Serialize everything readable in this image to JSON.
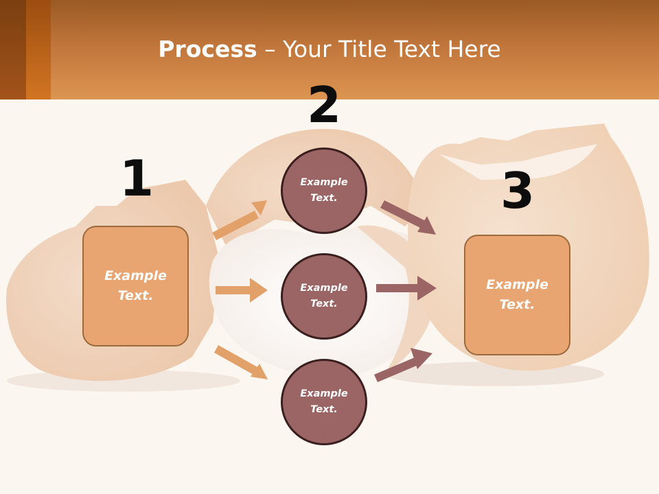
{
  "header": {
    "title_bold": "Process",
    "title_rest": " – Your Title Text Here"
  },
  "steps": [
    {
      "number": "1",
      "text": "Example\nText."
    },
    {
      "number": "2",
      "text": "Example\nText."
    },
    {
      "number": "3",
      "text": "Example\nText."
    }
  ],
  "middle_circles": [
    {
      "text": "Example\nText."
    },
    {
      "text": "Example\nText."
    },
    {
      "text": "Example\nText."
    }
  ],
  "colors": {
    "header": "#dd9552",
    "box_fill": "#e8a571",
    "circle_fill": "#9a6564",
    "arrow_left": "#e3a16a",
    "arrow_right": "#9a6564"
  }
}
